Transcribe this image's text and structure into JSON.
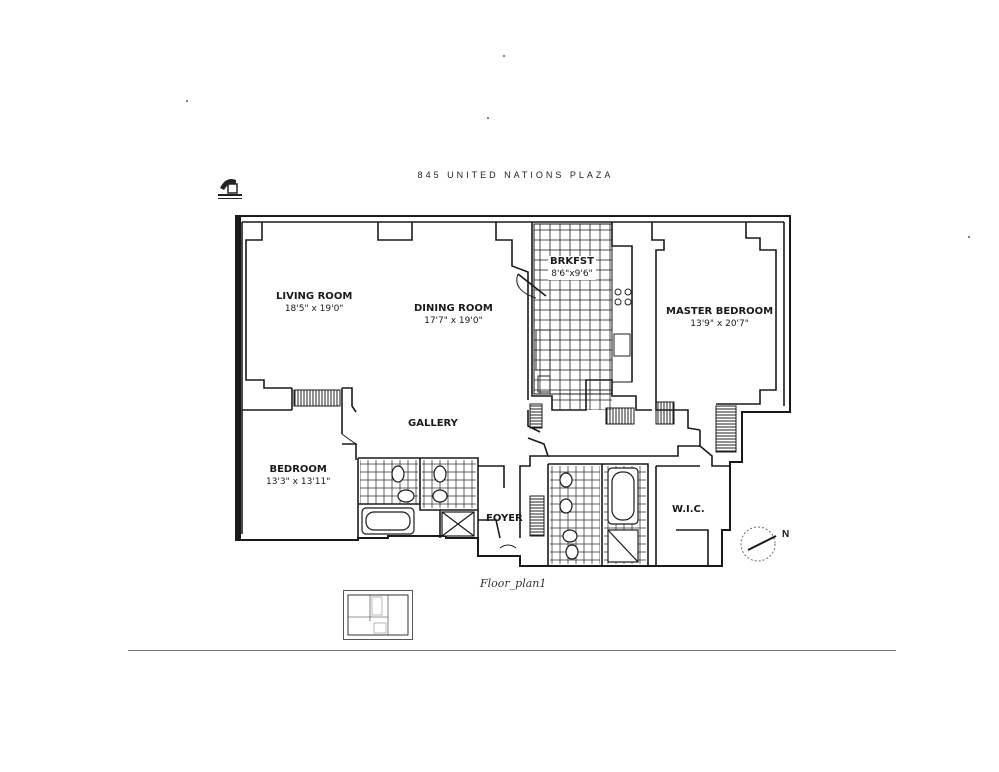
{
  "title": "845 UNITED NATIONS PLAZA",
  "rooms": {
    "living": {
      "name": "LIVING ROOM",
      "dims": "18'5\" x 19'0\""
    },
    "dining": {
      "name": "DINING ROOM",
      "dims": "17'7\" x 19'0\""
    },
    "breakfast": {
      "name": "BRKFST",
      "dims": "8'6\"x9'6\""
    },
    "master": {
      "name": "MASTER BEDROOM",
      "dims": "13'9\" x 20'7\""
    },
    "gallery": {
      "name": "GALLERY"
    },
    "bedroom": {
      "name": "BEDROOM",
      "dims": "13'3\" x 13'11\""
    },
    "foyer": {
      "name": "FOYER"
    },
    "wic": {
      "name": "W.I.C."
    }
  },
  "compass": {
    "label": "N"
  },
  "caption": "Floor_plan1",
  "colors": {
    "ink": "#1a1a1a",
    "paper": "#ffffff",
    "rule": "#777777"
  },
  "icons": {
    "logo": "building-logo-icon",
    "compass": "north-arrow-icon"
  }
}
